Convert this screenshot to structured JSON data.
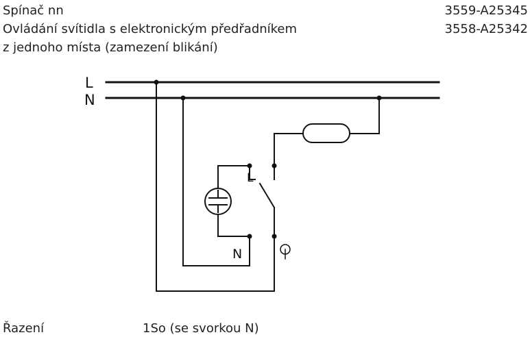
{
  "header": {
    "title": "Spínač nn",
    "subtitle_line1": "Ovládání svítidla s elektronickým předřadníkem",
    "subtitle_line2": "z jednoho místa (zamezení blikání)",
    "code1": "3559-A25345",
    "code2": "3558-A25342"
  },
  "diagram": {
    "line_L": "L",
    "line_N": "N",
    "terminal_L": "L",
    "terminal_N": "N"
  },
  "footer": {
    "label": "Řazení",
    "value": "1So (se svorkou N)"
  }
}
